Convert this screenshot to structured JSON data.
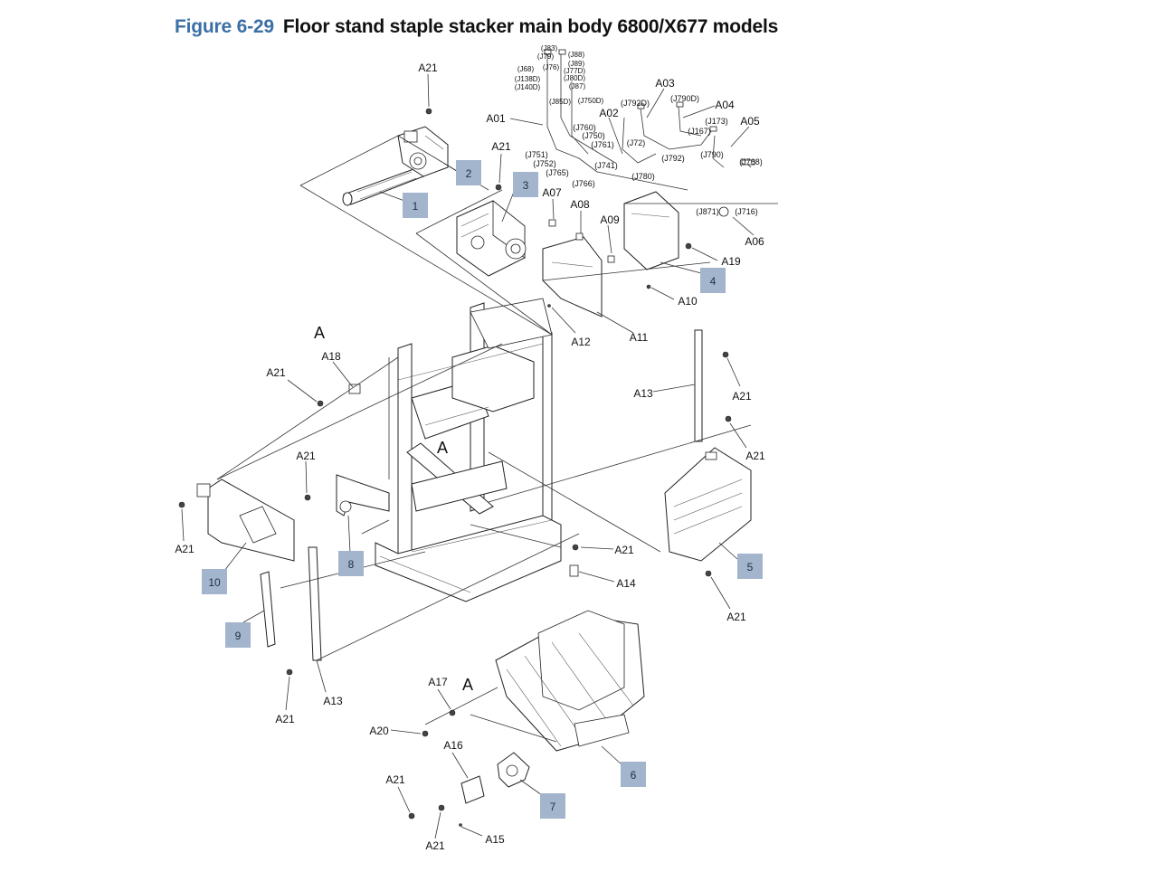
{
  "figure": {
    "number": "Figure 6-29",
    "title": "Floor stand staple stacker main body 6800/X677 models"
  },
  "colors": {
    "figure_number": "#3b6fa6",
    "callout_box": "#a3b5cc"
  },
  "callouts": [
    "1",
    "2",
    "3",
    "4",
    "5",
    "6",
    "7",
    "8",
    "9",
    "10"
  ],
  "labels": {
    "A01": "A01",
    "A02": "A02",
    "A03": "A03",
    "A04": "A04",
    "A05": "A05",
    "A06": "A06",
    "A07": "A07",
    "A08": "A08",
    "A09": "A09",
    "A10": "A10",
    "A11": "A11",
    "A12": "A12",
    "A13": "A13",
    "A14": "A14",
    "A15": "A15",
    "A16": "A16",
    "A17": "A17",
    "A18": "A18",
    "A19": "A19",
    "A20": "A20",
    "A21": "A21"
  },
  "connectors": {
    "J83": "(J83)",
    "J79": "(J79)",
    "J88": "(J88)",
    "J68": "(J68)",
    "J76": "(J76)",
    "J89": "(J89)",
    "J77D": "(J77D)",
    "J138D": "(J138D)",
    "J80D": "(J80D)",
    "J140D": "(J140D)",
    "J87": "(J87)",
    "J85D": "(J85D)",
    "J750D": "(J750D)",
    "J792D": "(J792D)",
    "J790D": "(J790D)",
    "J173": "(J173)",
    "J167": "(J167)",
    "J760": "(J760)",
    "J750": "(J750)",
    "J761": "(J761)",
    "J72": "(J72)",
    "J751": "(J751)",
    "J752": "(J752)",
    "J741": "(J741)",
    "J765": "(J765)",
    "J792": "(J792)",
    "J790": "(J790)",
    "J768": "(J768)",
    "J780": "(J780)",
    "J766": "(J766)",
    "J871": "(J871)",
    "J716": "(J716)"
  },
  "detail_marker": "A"
}
